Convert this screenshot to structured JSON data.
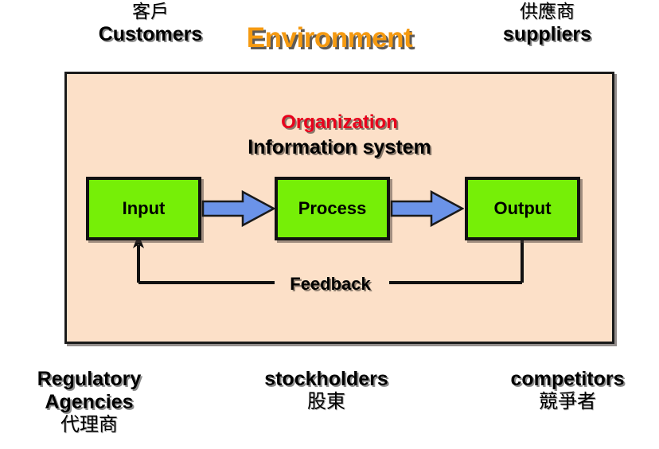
{
  "diagram": {
    "title_environment": "Environment",
    "environment_box": {
      "organization_label": "Organization",
      "information_system_label": "Information system",
      "boxes": [
        {
          "name": "input",
          "label": "Input"
        },
        {
          "name": "process",
          "label": "Process"
        },
        {
          "name": "output",
          "label": "Output"
        }
      ],
      "feedback_label": "Feedback",
      "background_color": "#fce0c8",
      "box_fill_color": "#76ef07",
      "arrow_fill_color": "#6b93e8"
    },
    "stakeholders": {
      "top_left": {
        "cjk": "客戶",
        "en": "Customers"
      },
      "top_right": {
        "cjk": "供應商",
        "en": "suppliers"
      },
      "bottom_left": {
        "en_line1": "Regulatory",
        "en_line2": "Agencies",
        "cjk": "代理商"
      },
      "bottom_center": {
        "en": "stockholders",
        "cjk": "股東"
      },
      "bottom_right": {
        "en": "competitors",
        "cjk": "競爭者"
      }
    },
    "colors": {
      "environment_title": "#f59a11",
      "organization_title": "#e8001c",
      "text": "#000000"
    }
  }
}
